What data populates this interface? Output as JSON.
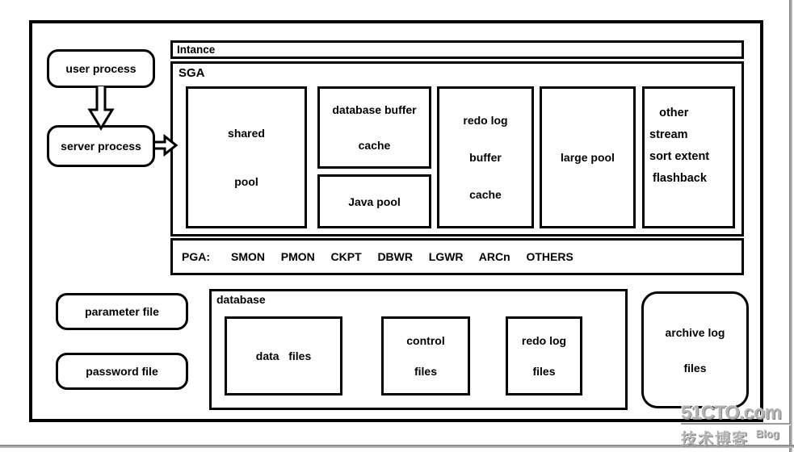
{
  "colors": {
    "ink": "#000000",
    "watermark_gray": "#b3b3b3",
    "edge_gray": "#7d7d7d"
  },
  "client": {
    "user_process_label": "user process",
    "server_process_label": "server process"
  },
  "instance": {
    "title": "Intance",
    "sga": {
      "title": "SGA",
      "shared_pool": "shared\npool",
      "database_buffer_cache": "database buffer\ncache",
      "java_pool": "Java pool",
      "redo_log_buffer_cache": "redo log\nbuffer\ncache",
      "large_pool": "large pool",
      "other_pool": "   other\nstream\nsort extent\n flashback"
    },
    "pga": {
      "label": "PGA:",
      "processes": [
        "SMON",
        "PMON",
        "CKPT",
        "DBWR",
        "LGWR",
        "ARCn",
        "OTHERS"
      ]
    }
  },
  "storage": {
    "parameter_file": "parameter file",
    "password_file": "password file",
    "database": {
      "title": "database",
      "data_files": "data   files",
      "control_files": "control\nfiles",
      "redo_log_files": "redo log\nfiles"
    },
    "archive_log_files": "archive log\nfiles"
  },
  "watermark": {
    "site": "51CTO.com",
    "tagline": "技术博客",
    "badge": "Blog"
  }
}
